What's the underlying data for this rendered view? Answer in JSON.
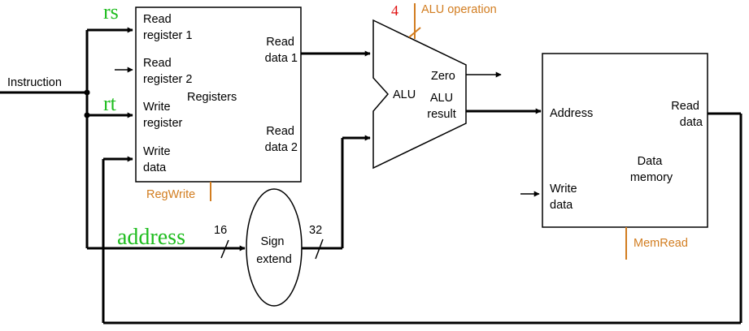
{
  "registers": {
    "read_register_1": [
      "Read",
      "register 1"
    ],
    "read_register_2": [
      "Read",
      "register 2"
    ],
    "write_register": [
      "Write",
      "register"
    ],
    "write_data": [
      "Write",
      "data"
    ],
    "name": "Registers",
    "read_data_1": [
      "Read",
      "data 1"
    ],
    "read_data_2": [
      "Read",
      "data 2"
    ],
    "control": "RegWrite"
  },
  "instruction_label": "Instruction",
  "fields": {
    "rs": "rs",
    "rt": "rt",
    "address": "address"
  },
  "sign_extend": {
    "label": [
      "Sign",
      "extend"
    ],
    "in_width": "16",
    "out_width": "32"
  },
  "alu": {
    "label": "ALU",
    "zero": "Zero",
    "result": [
      "ALU",
      "result"
    ],
    "op_bits": "4",
    "operation": "ALU operation"
  },
  "data_memory": {
    "address": "Address",
    "read_data": [
      "Read",
      "data"
    ],
    "name": [
      "Data",
      "memory"
    ],
    "write_data": [
      "Write",
      "data"
    ],
    "control": "MemRead"
  }
}
